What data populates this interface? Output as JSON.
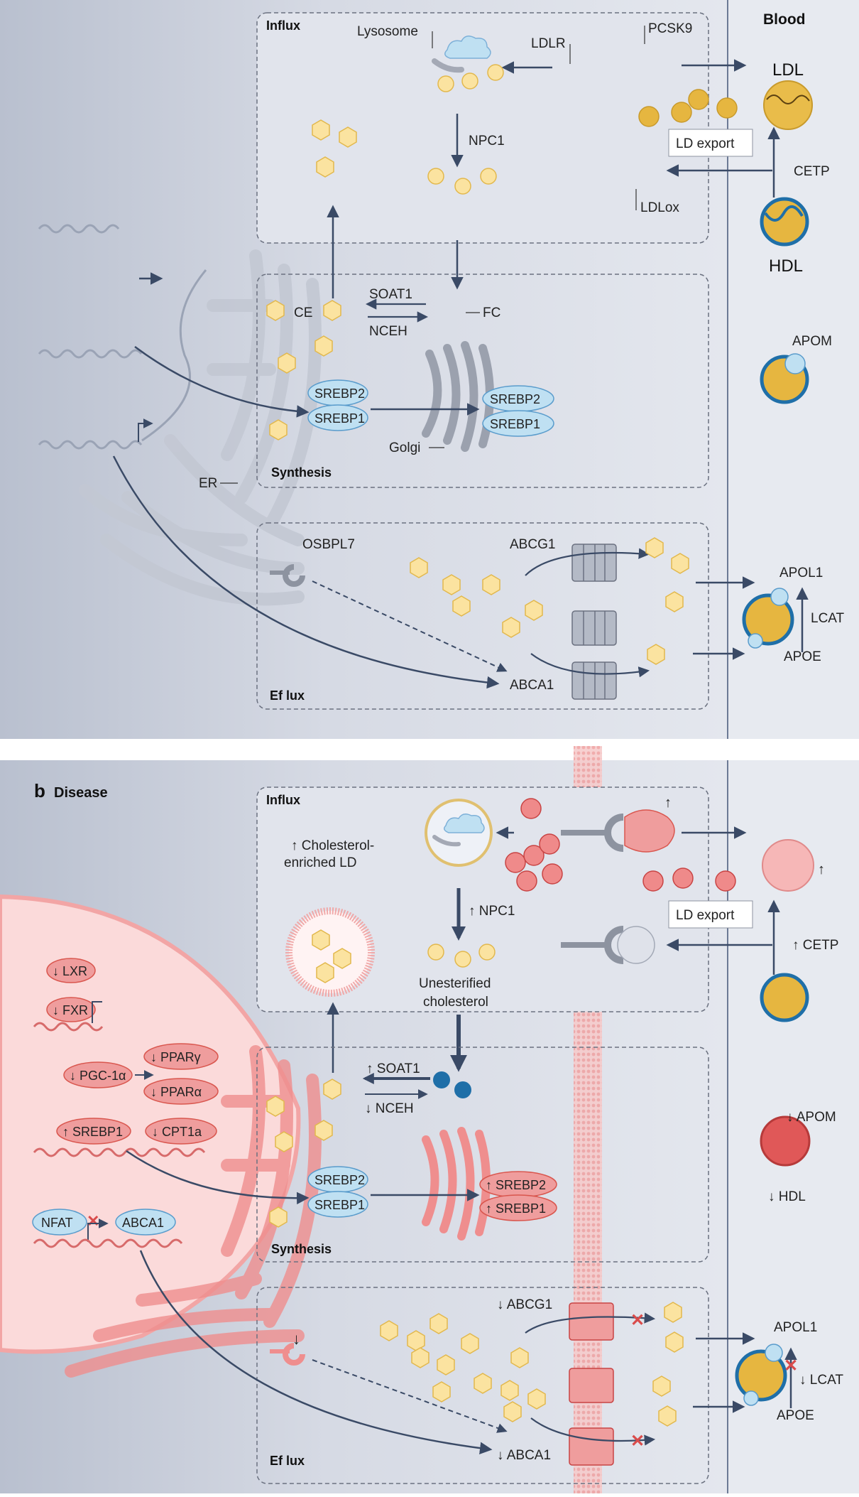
{
  "colors": {
    "panel_bg": "#d9dde7",
    "blood_bg": "#e6e9f0",
    "box_border": "#6b7180",
    "arrow": "#3a4a66",
    "cholesterol_fill": "#fbe3a0",
    "cholesterol_stroke": "#e2b84d",
    "protein_blue": "#bfe0f2",
    "protein_blue_stroke": "#5a9ccc",
    "disease_pink": "#ee9b9b",
    "disease_red": "#d94b4b",
    "lipoprotein_gold": "#e6b640",
    "hdl_band": "#1f6fa8",
    "membrane_pink": "#f3b7b7",
    "nucleus_pink": "#fbdada"
  },
  "panel_a": {
    "blood_label": "Blood",
    "influx_box": {
      "title": "Influx",
      "lysosome": "Lysosome",
      "ldlr": "LDLR",
      "pcsk9": "PCSK9",
      "npc1": "NPC1",
      "ld_export": "LD export",
      "ldlox": "LDLox",
      "cetp": "CETP",
      "ldl": "LDL",
      "hdl": "HDL"
    },
    "synthesis_box": {
      "title": "Synthesis",
      "ce": "CE",
      "soat1": "SOAT1",
      "nceh": "NCEH",
      "fc": "FC",
      "srebp2": "SREBP2",
      "srebp1": "SREBP1",
      "srebp2_golgi": "SREBP2",
      "srebp1_golgi": "SREBP1",
      "golgi": "Golgi",
      "er": "ER",
      "apom": "APOM"
    },
    "efflux_box": {
      "title": "Ef lux",
      "osbpl7": "OSBPL7",
      "abcg1": "ABCG1",
      "abca1": "ABCA1",
      "apol1": "APOL1",
      "lcat": "LCAT",
      "apoe": "APOE"
    }
  },
  "panel_b": {
    "letter": "b",
    "title": "Disease",
    "nucleus": {
      "lxr": "↓ LXR",
      "fxr": "↓ FXR",
      "pgc1a": "↓ PGC-1α",
      "ppar_gamma": "↓ PPARγ",
      "ppar_alpha": "↓ PPARα",
      "srebp1": "↑ SREBP1",
      "cpt1a": "↓ CPT1a",
      "nfat": "NFAT",
      "abca1": "ABCA1"
    },
    "influx_box": {
      "title": "Influx",
      "ld_label_line1": "↑ Cholesterol-",
      "ld_label_line2": "enriched LD",
      "npc1": "↑ NPC1",
      "unesterified_line1": "Unesterified",
      "unesterified_line2": "cholesterol",
      "ld_export": "LD export",
      "cetp": "↑ CETP",
      "ldlr_up": "↑",
      "ldl_up": "↑"
    },
    "synthesis_box": {
      "title": "Synthesis",
      "soat1": "↑ SOAT1",
      "nceh": "↓ NCEH",
      "srebp2": "SREBP2",
      "srebp1": "SREBP1",
      "srebp2_golgi": "↑ SREBP2",
      "srebp1_golgi": "↑ SREBP1",
      "apom": "↓ APOM",
      "hdl": "↓ HDL"
    },
    "efflux_box": {
      "title": "Ef lux",
      "osbpl7_down": "↓",
      "abcg1": "↓ ABCG1",
      "abca1": "↓ ABCA1",
      "apol1": "APOL1",
      "lcat": "↓ LCAT",
      "apoe": "APOE"
    }
  }
}
